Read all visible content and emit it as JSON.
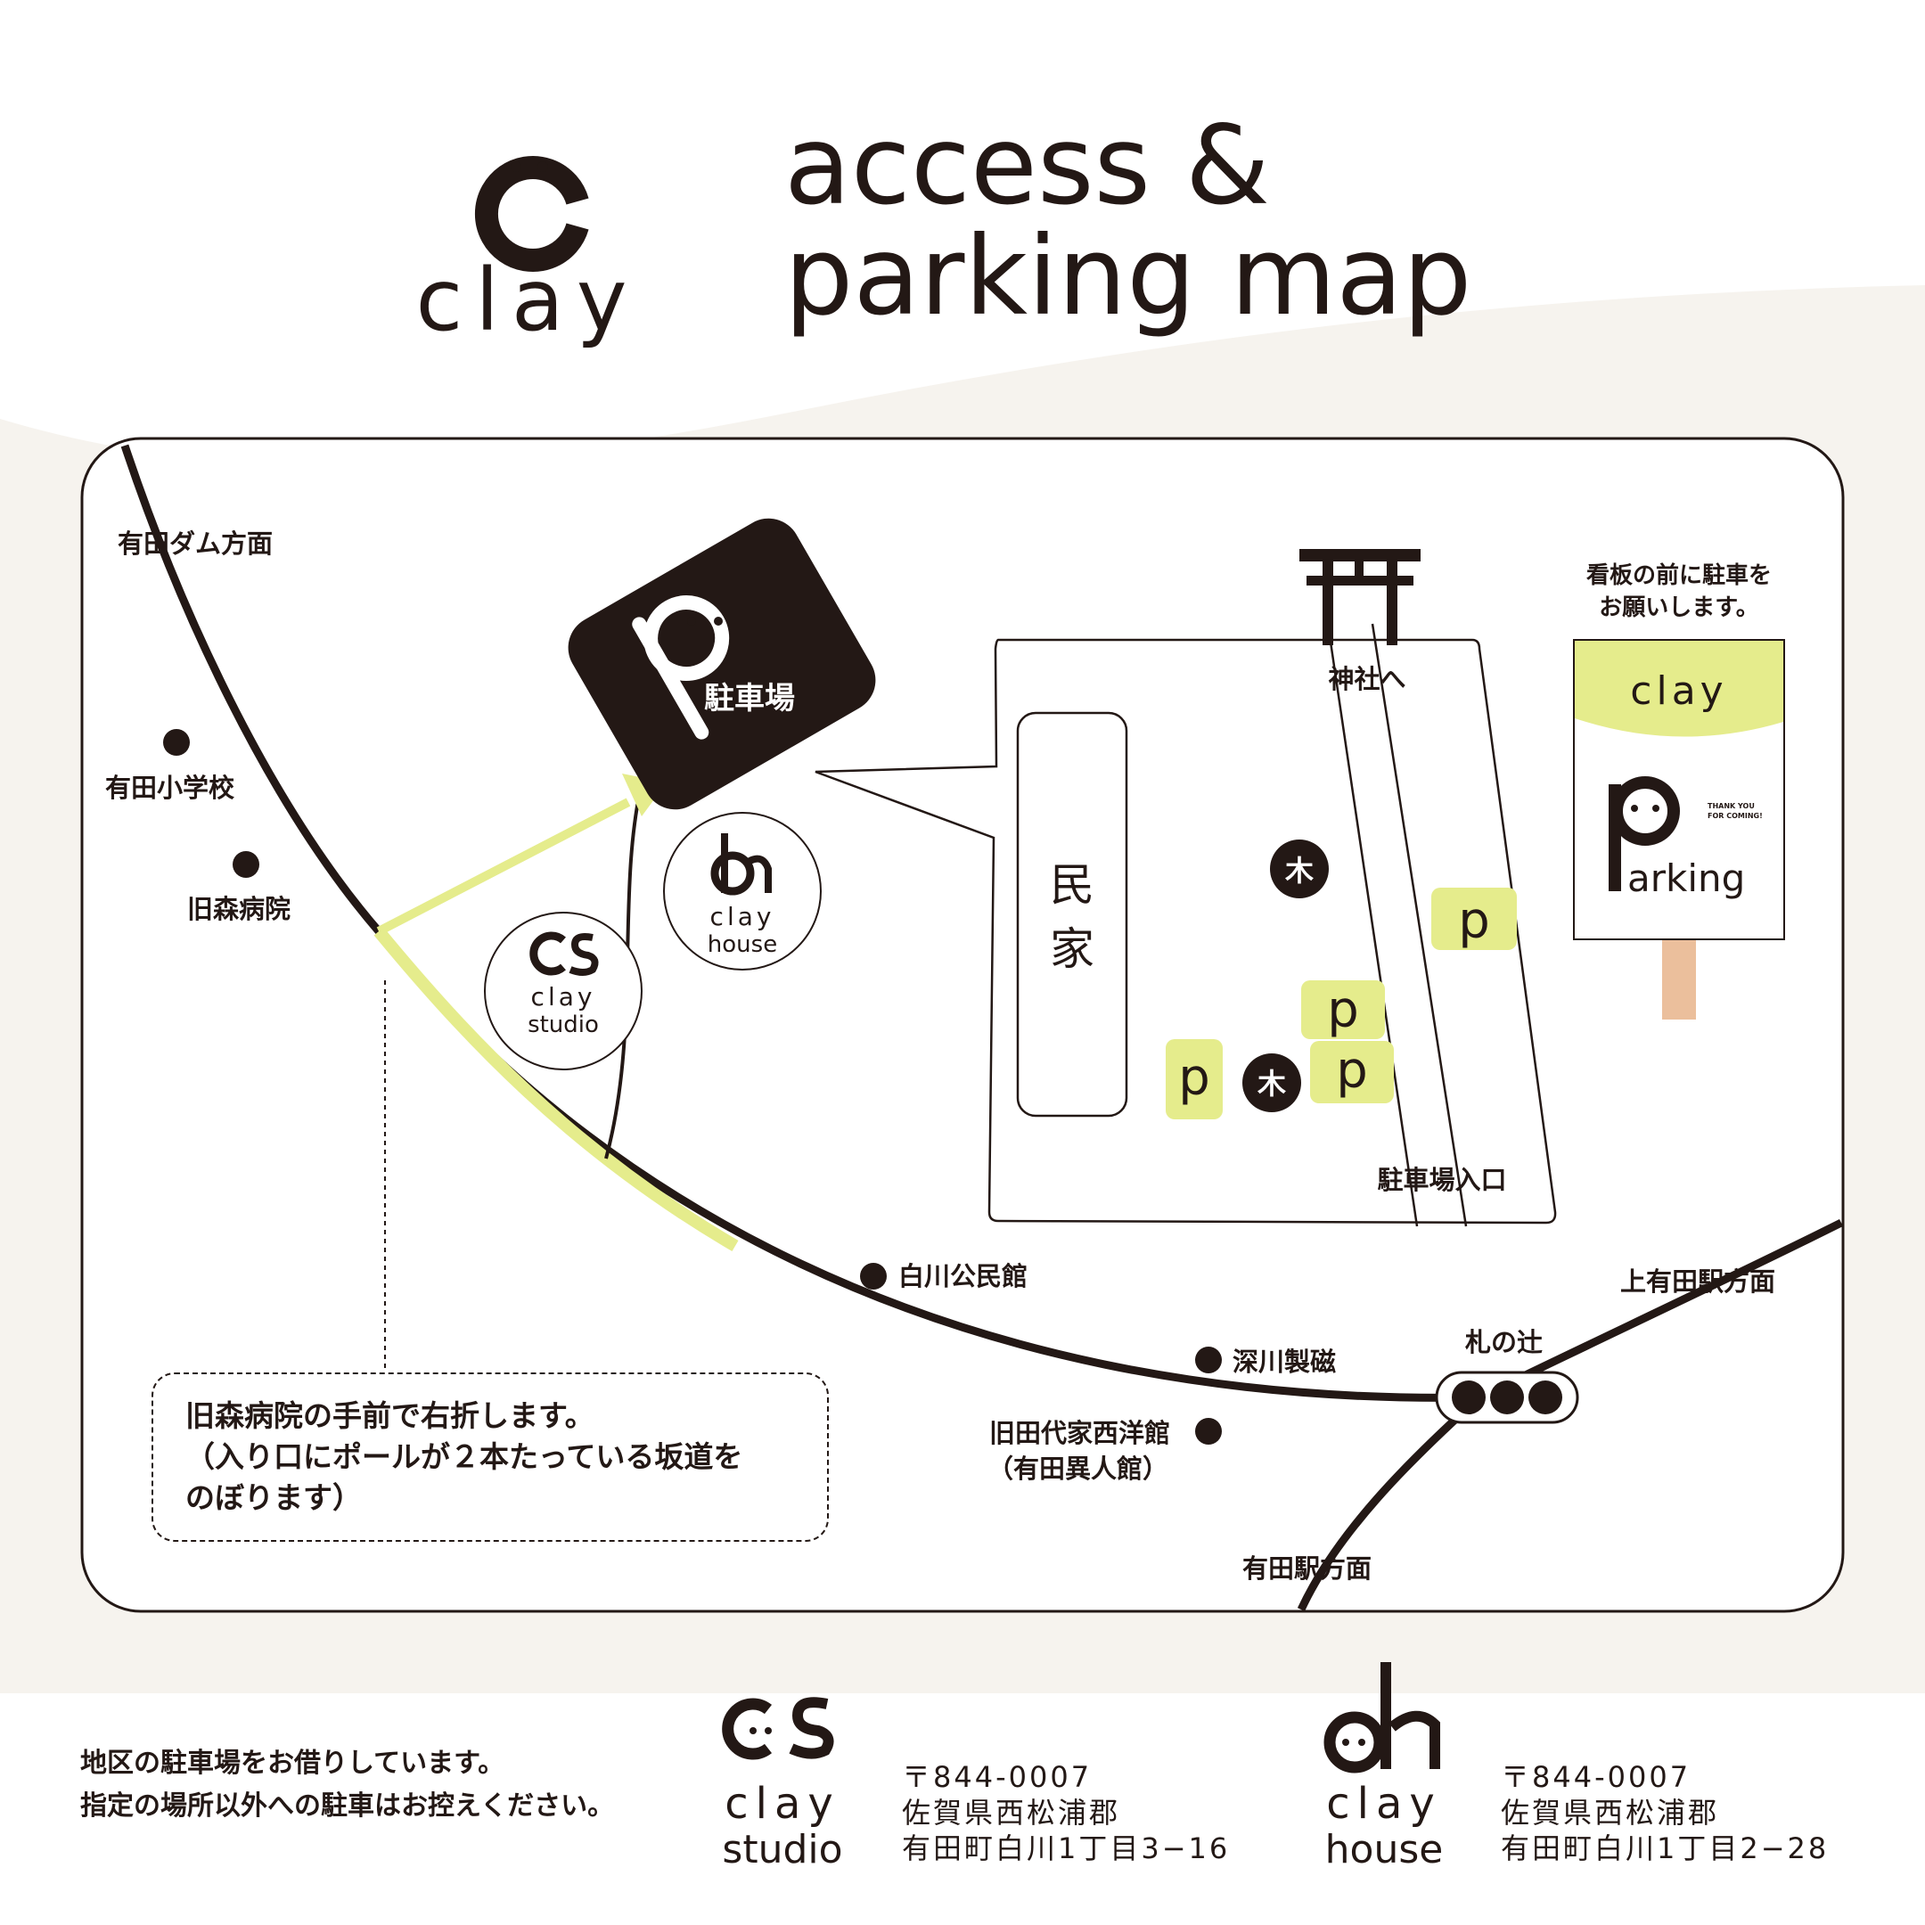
{
  "header": {
    "logo_text": "clay",
    "title_line1": "access &",
    "title_line2": "parking map"
  },
  "map": {
    "directions": {
      "arita_dam": "有田ダム方面",
      "kami_arita": "上有田駅方面",
      "arita_station": "有田駅方面",
      "shrine": "神社へ",
      "parking_entrance": "駐車場入口"
    },
    "landmarks": {
      "arita_elementary": "有田小学校",
      "old_mori_hospital": "旧森病院",
      "shirakawa_hall": "白川公民館",
      "fukagawa_seiji": "深川製磁",
      "old_tashiro_1": "旧田代家西洋館",
      "old_tashiro_2": "（有田異人館）",
      "fuda_no_tsuji": "札の辻",
      "private_house_1": "民",
      "private_house_2": "家",
      "tree": "木"
    },
    "parking_callout": {
      "letter": "p",
      "label": "駐車場"
    },
    "parking_spot_letter": "p",
    "studio_badge": {
      "mark": "cs",
      "line1": "clay",
      "line2": "studio"
    },
    "house_badge": {
      "mark": "ch",
      "line1": "clay",
      "line2": "house"
    },
    "sign_note": {
      "line1": "看板の前に駐車を",
      "line2": "お願いします。"
    },
    "sign": {
      "top_text": "clay",
      "big_letter": "p",
      "word": "arking",
      "small_line1": "THANK YOU",
      "small_line2": "FOR COMING!"
    },
    "route_note": {
      "line1": "旧森病院の手前で右折します。",
      "line2": "（入り口にポールが２本たっている坂道を",
      "line3": "のぼります）"
    }
  },
  "footer": {
    "parking_notice": {
      "line1": "地区の駐車場をお借りしています。",
      "line2": "指定の場所以外への駐車はお控えください。"
    },
    "studio": {
      "mark": "cs",
      "name1": "clay",
      "name2": "studio",
      "postal": "〒844-0007",
      "addr1": "佐賀県西松浦郡",
      "addr2": "有田町白川1丁目3−16"
    },
    "house": {
      "mark": "ch",
      "name1": "clay",
      "name2": "house",
      "postal": "〒844-0007",
      "addr1": "佐賀県西松浦郡",
      "addr2": "有田町白川1丁目2−28"
    }
  },
  "colors": {
    "ink": "#231815",
    "accent_yellow": "#e5ec8c",
    "background_wave": "#f6f3ee",
    "sign_post": "#ebbf9c"
  }
}
